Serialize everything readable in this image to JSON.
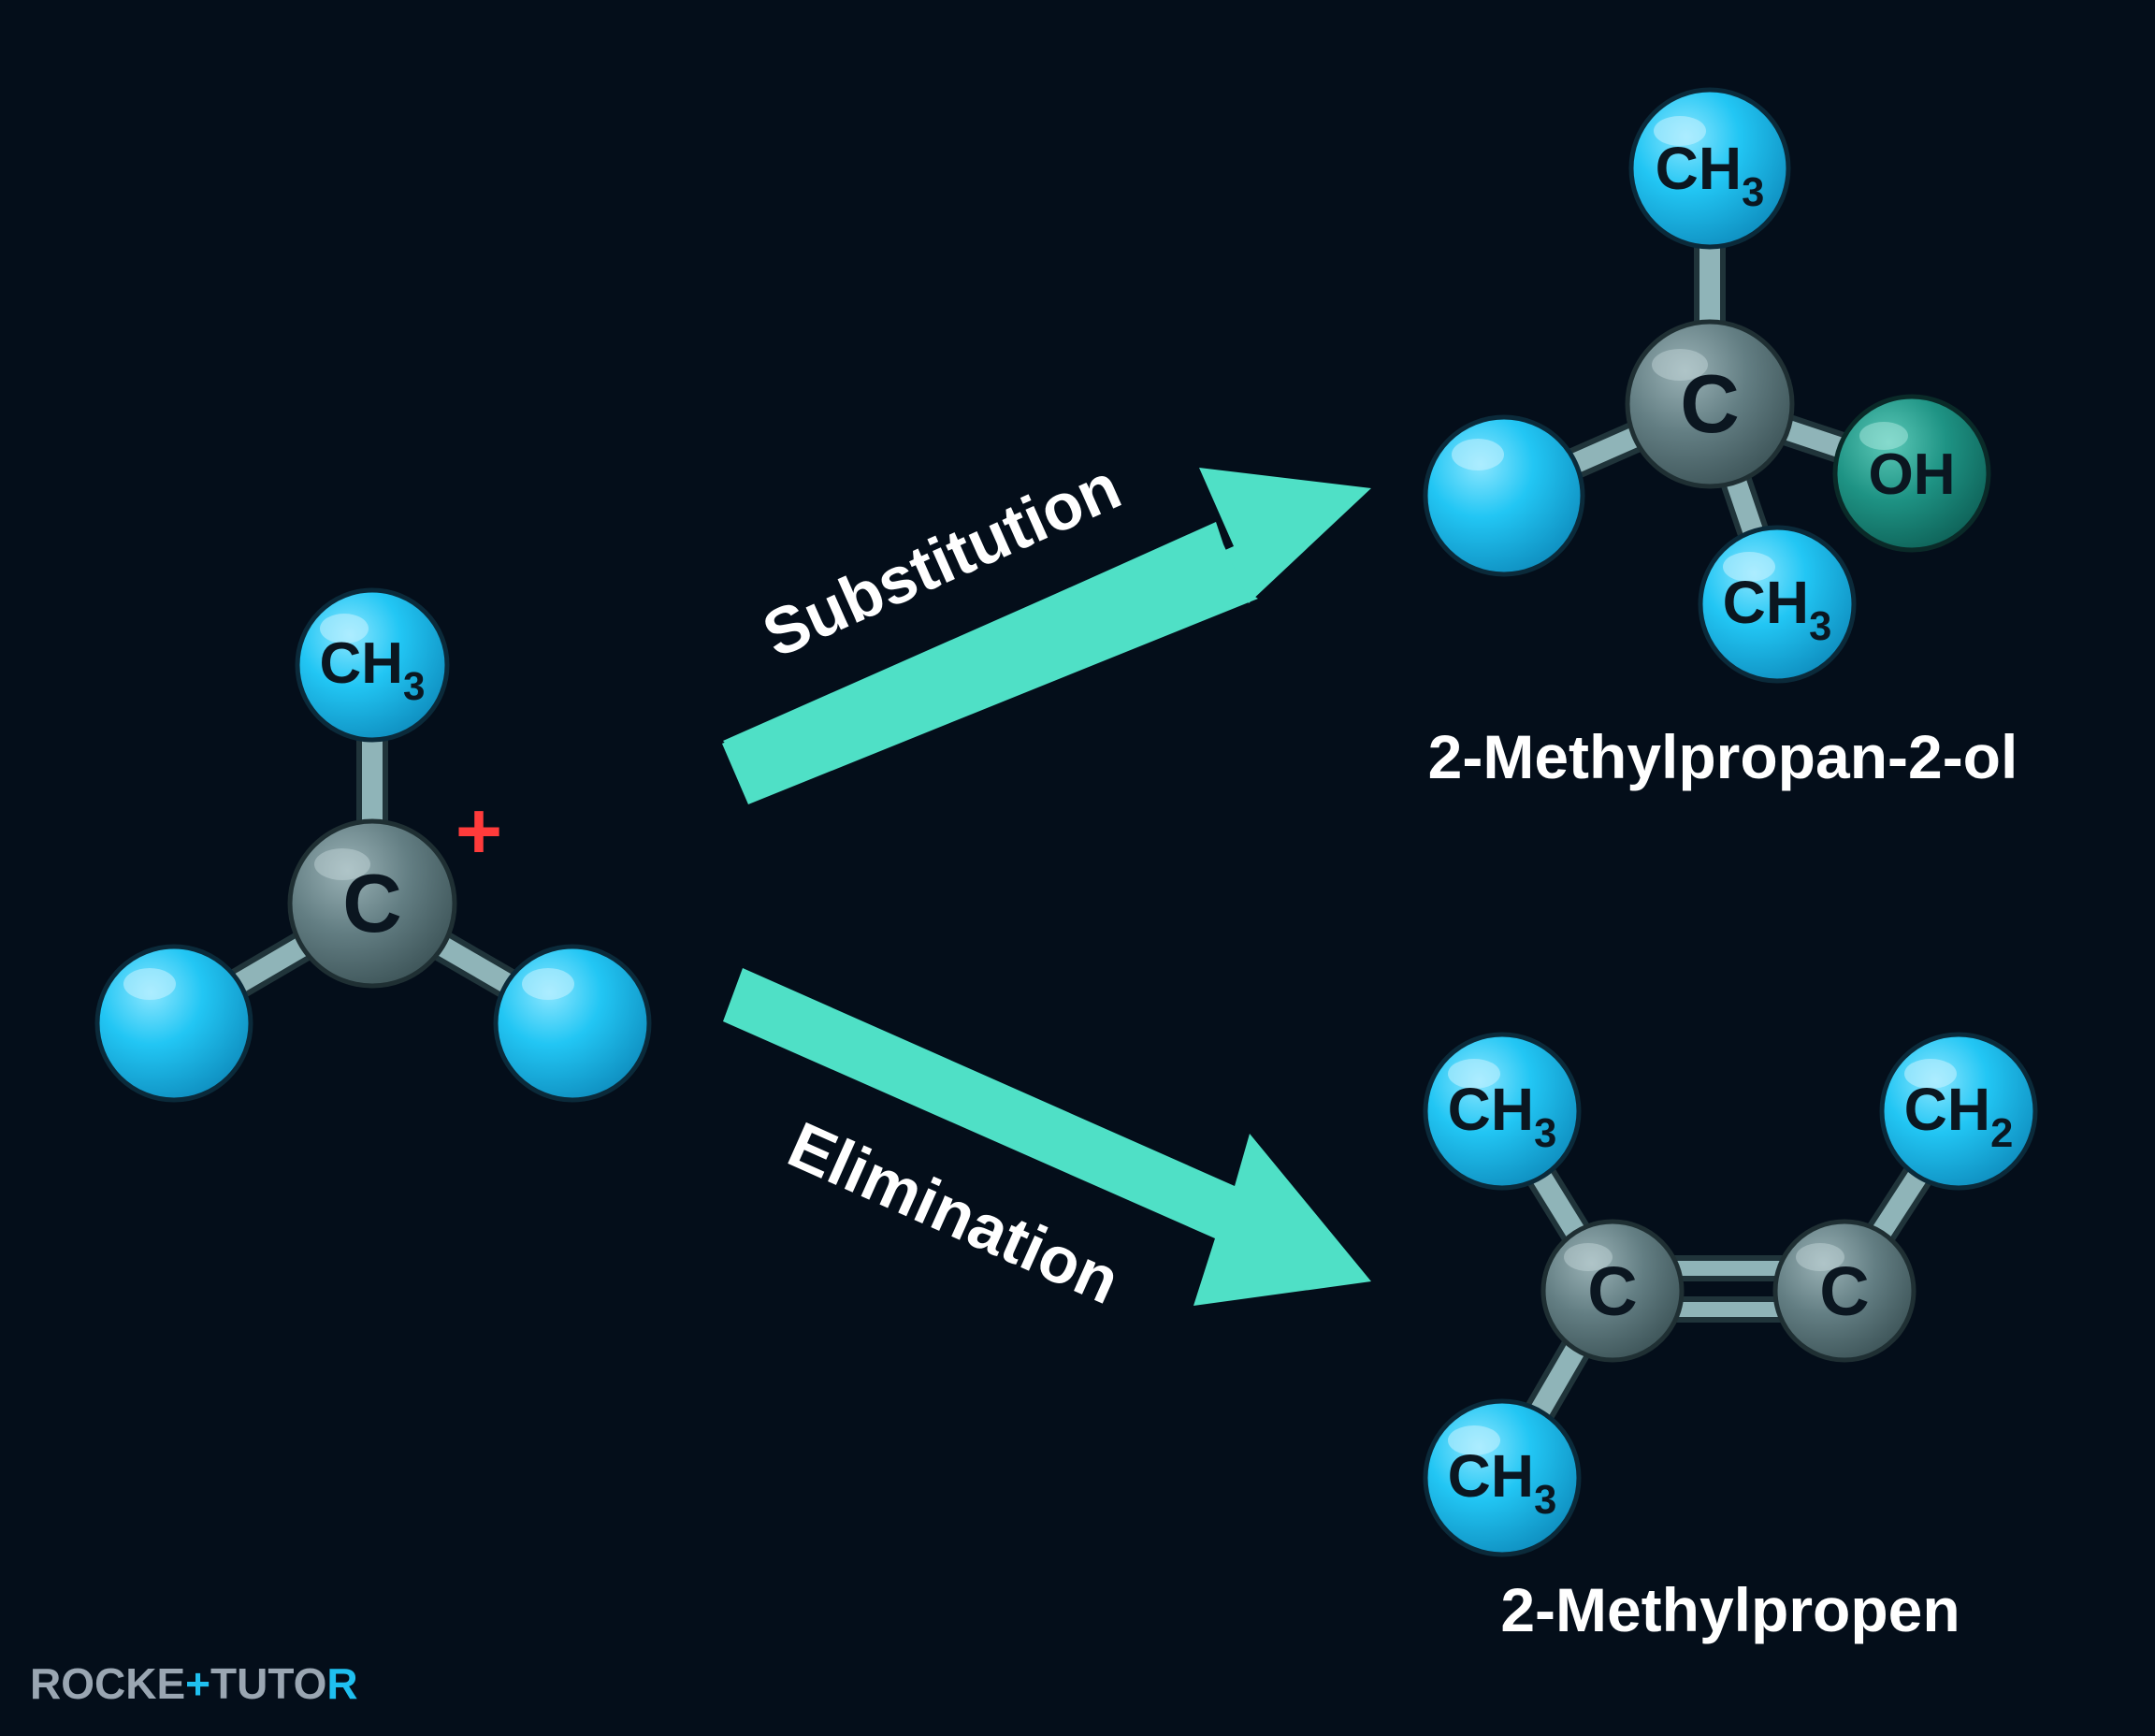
{
  "colors": {
    "background": "#040e1a",
    "methyl_atom": "#1fc0f0",
    "carbon_atom": "#5e7a7f",
    "hydroxyl_atom": "#1f8f82",
    "bond": "#8fb4b8",
    "arrow": "#4fe0c6",
    "charge": "#ff3b3b",
    "logo_text": "#9aa6b2",
    "logo_accent": "#1fc0f0"
  },
  "reactant": {
    "center_atom": "C",
    "charge": "+",
    "top_group": {
      "base": "CH",
      "sub": "3"
    }
  },
  "reactions": {
    "substitution_label": "Substitution",
    "elimination_label": "Elimination"
  },
  "product_alcohol": {
    "name": "2-Methylpropan-2-ol",
    "center_atom": "C",
    "top_group": {
      "base": "CH",
      "sub": "3"
    },
    "bottom_group": {
      "base": "CH",
      "sub": "3"
    },
    "hydroxyl": "OH"
  },
  "product_alkene": {
    "name": "2-Methylpropen",
    "left_carbon": "C",
    "right_carbon": "C",
    "top_left_group": {
      "base": "CH",
      "sub": "3"
    },
    "bottom_left_group": {
      "base": "CH",
      "sub": "3"
    },
    "top_right_group": {
      "base": "CH",
      "sub": "2"
    }
  },
  "logo": {
    "part1": "ROCKE",
    "cross": "+",
    "part2": "TUTO",
    "part3": "R"
  }
}
